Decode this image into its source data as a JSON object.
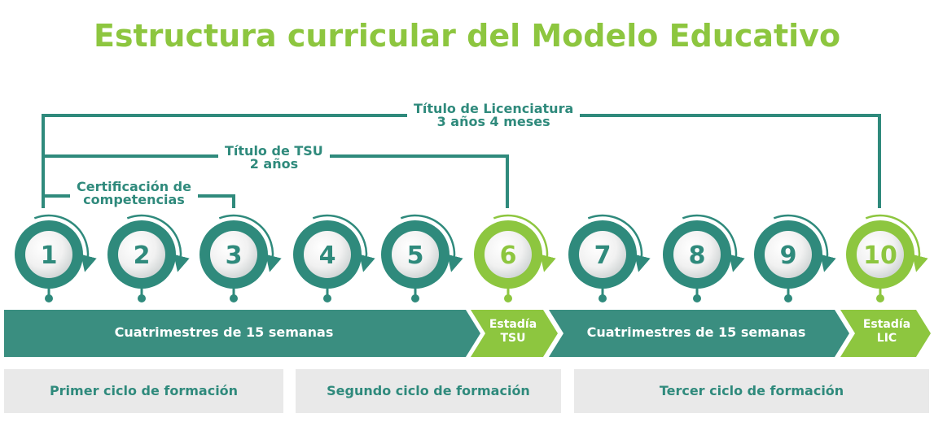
{
  "title": "Estructura curricular del Modelo Educativo",
  "brackets": {
    "licenciatura": {
      "line1": "Título de Licenciatura",
      "line2": "3 años 4 meses"
    },
    "tsu": {
      "line1": "Título de TSU",
      "line2": "2 años"
    },
    "certificacion": {
      "line1": "Certificación de",
      "line2": "competencias"
    }
  },
  "nodes": [
    {
      "label": "1",
      "variant": "teal"
    },
    {
      "label": "2",
      "variant": "teal"
    },
    {
      "label": "3",
      "variant": "teal"
    },
    {
      "label": "4",
      "variant": "teal"
    },
    {
      "label": "5",
      "variant": "teal"
    },
    {
      "label": "6",
      "variant": "green"
    },
    {
      "label": "7",
      "variant": "teal"
    },
    {
      "label": "8",
      "variant": "teal"
    },
    {
      "label": "9",
      "variant": "teal"
    },
    {
      "label": "10",
      "variant": "green"
    }
  ],
  "bands": {
    "cuatrimestres_1": "Cuatrimestres de 15 semanas",
    "estadia_tsu_line1": "Estadía",
    "estadia_tsu_line2": "TSU",
    "cuatrimestres_2": "Cuatrimestres de 15 semanas",
    "estadia_lic_line1": "Estadía",
    "estadia_lic_line2": "LIC"
  },
  "cycles": [
    "Primer ciclo de formación",
    "Segundo ciclo de formación",
    "Tercer ciclo de formación"
  ],
  "colors": {
    "teal": "#2f8a7c",
    "teal_band": "#3a8e80",
    "green": "#8dc63f",
    "cycle_bg": "#e9e9e9",
    "number_teal": "#2f8a7c",
    "number_green": "#8dc63f"
  }
}
